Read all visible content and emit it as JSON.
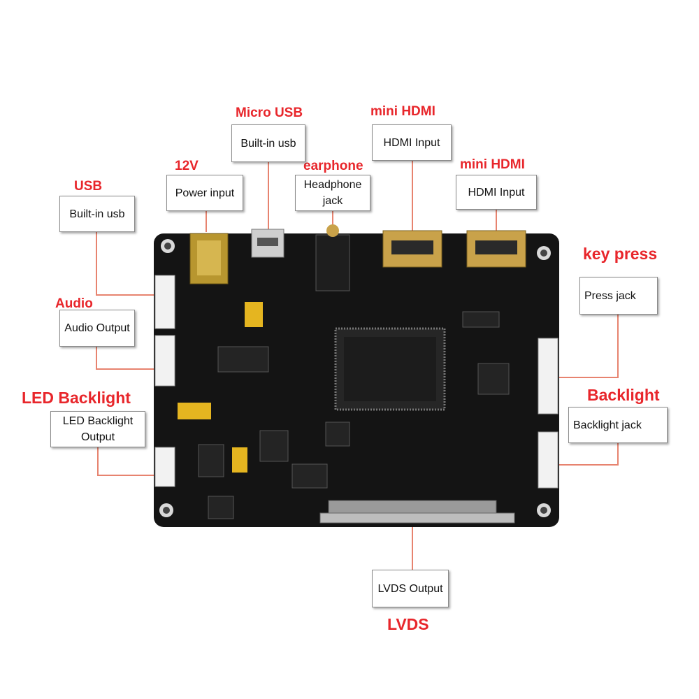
{
  "colors": {
    "label_red": "#e8262b",
    "connector_line": "#e7836f",
    "pcb": "#141414",
    "gold": "#c9a24a"
  },
  "callouts": [
    {
      "id": "usb",
      "title": "USB",
      "desc": "Built-in usb"
    },
    {
      "id": "power",
      "title": "12V",
      "desc": "Power input"
    },
    {
      "id": "micro-usb",
      "title": "Micro USB",
      "desc": "Built-in usb"
    },
    {
      "id": "earphone",
      "title": "earphone",
      "desc": "Headphone\njack"
    },
    {
      "id": "mini-hdmi-1",
      "title": "mini HDMI",
      "desc": "HDMI Input"
    },
    {
      "id": "mini-hdmi-2",
      "title": "mini HDMI",
      "desc": "HDMI Input"
    },
    {
      "id": "key-press",
      "title": "key press",
      "desc": "Press jack"
    },
    {
      "id": "audio",
      "title": "Audio",
      "desc": "Audio Output"
    },
    {
      "id": "led-backlight",
      "title": "LED Backlight",
      "desc": "LED Backlight\nOutput"
    },
    {
      "id": "backlight",
      "title": "Backlight",
      "desc": "Backlight jack"
    },
    {
      "id": "lvds",
      "title": "LVDS",
      "desc": "LVDS Output"
    }
  ]
}
